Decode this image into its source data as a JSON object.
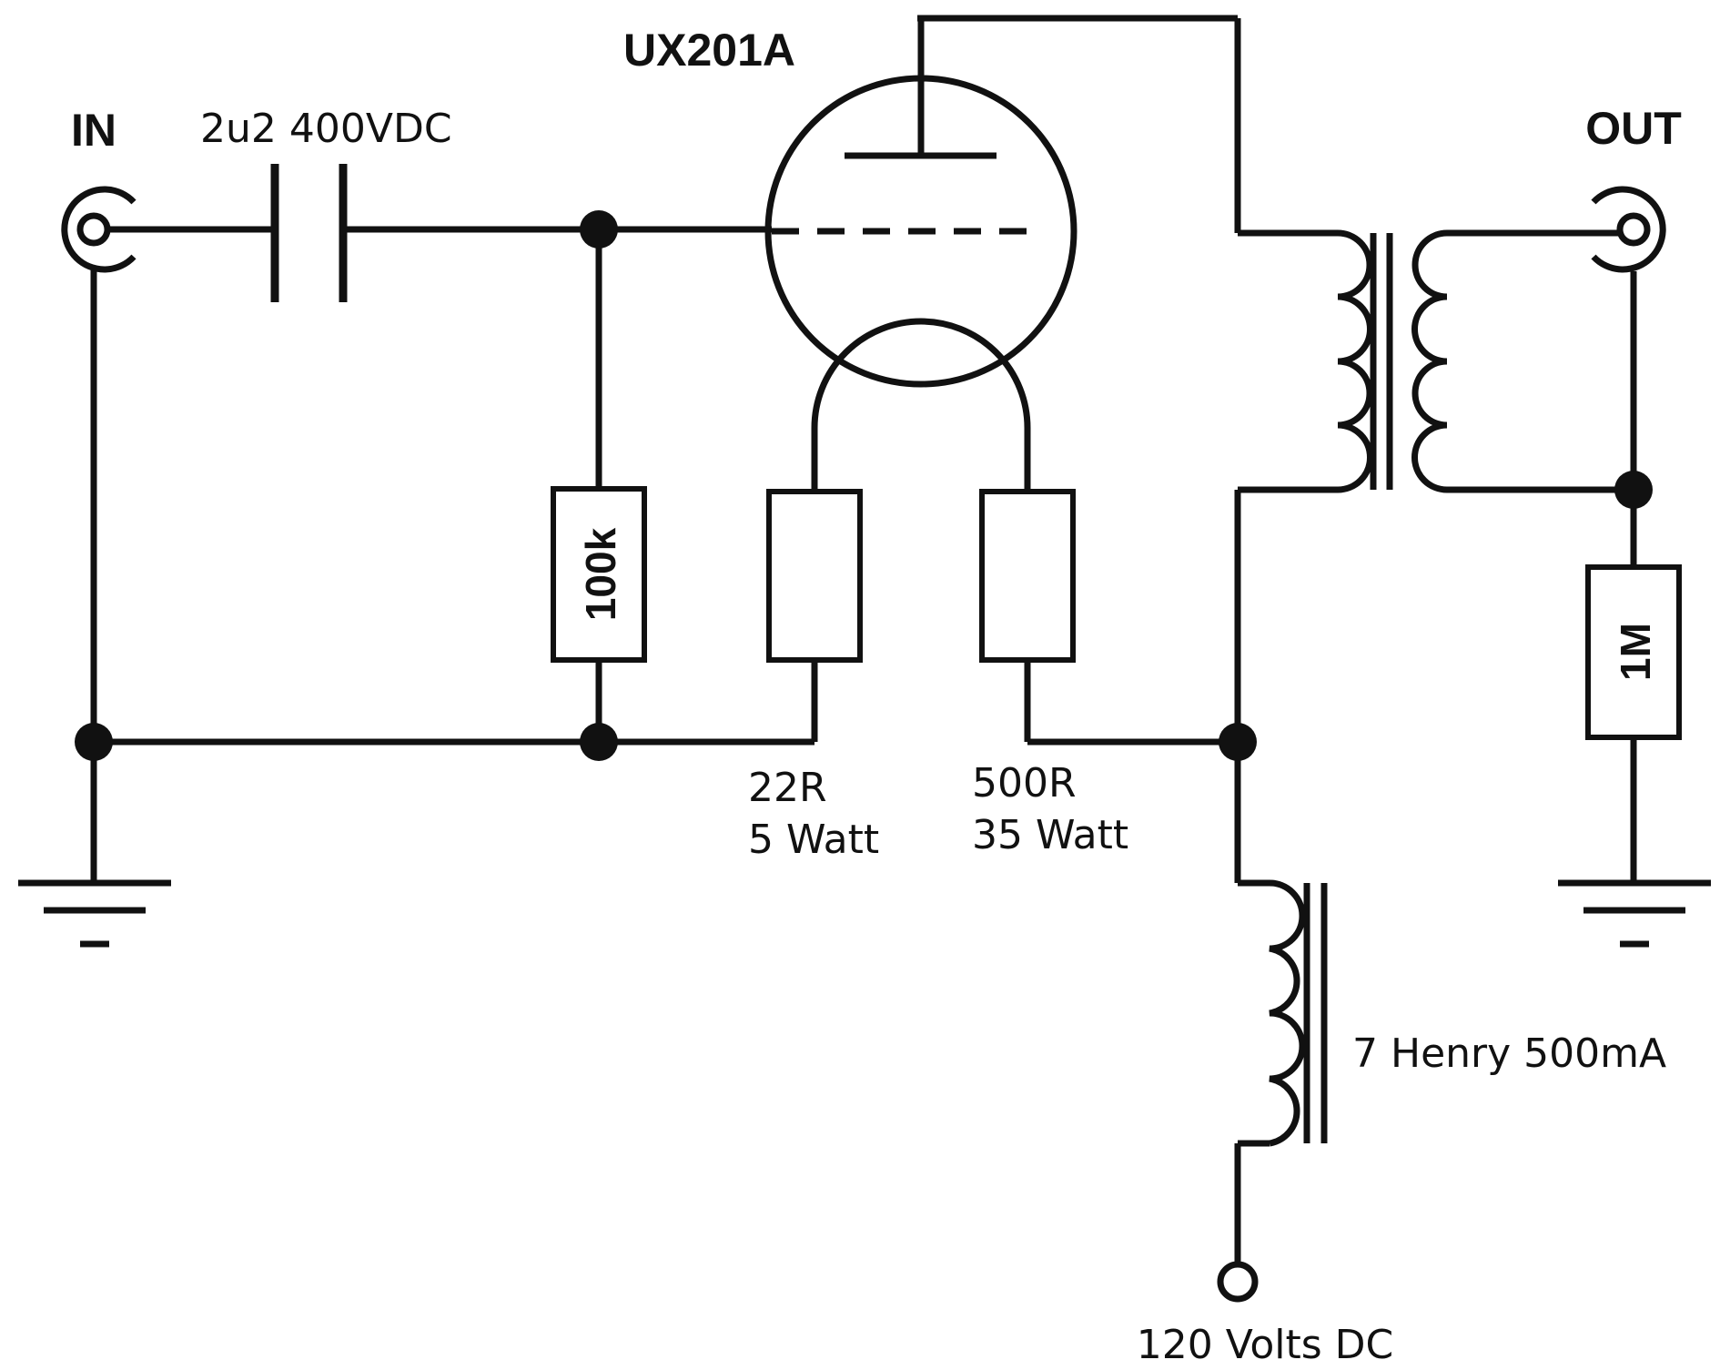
{
  "colors": {
    "ink": "#111111",
    "background": "#ffffff"
  },
  "labels": {
    "input": "IN",
    "output": "OUT",
    "tube": "UX201A",
    "coupling_cap": "2u2 400VDC",
    "grid_resistor": "100k",
    "filament_resistor_a_value": "22R",
    "filament_resistor_a_power": "5 Watt",
    "filament_resistor_b_value": "500R",
    "filament_resistor_b_power": "35 Watt",
    "output_resistor": "1M",
    "choke": "7 Henry 500mA",
    "supply": "120 Volts DC"
  }
}
